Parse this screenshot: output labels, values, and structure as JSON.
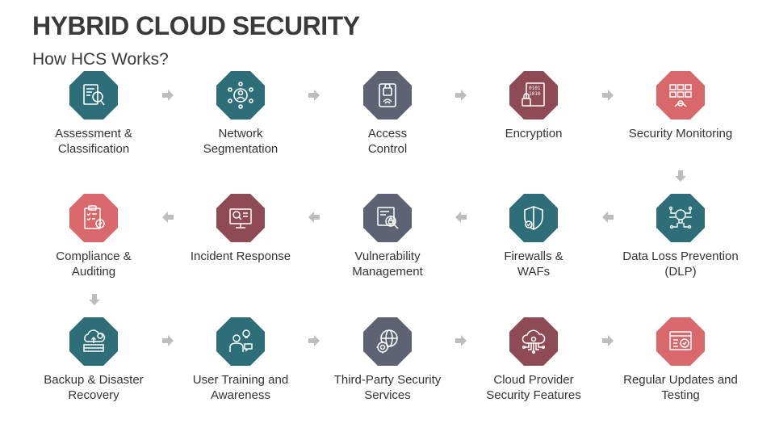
{
  "title": "HYBRID CLOUD SECURITY",
  "subtitle": "How HCS Works?",
  "colors": {
    "teal": "#2e6e78",
    "slate": "#5f6272",
    "maroon": "#8e4a55",
    "red": "#d9686c",
    "arrow": "#bdbdbd"
  },
  "steps": [
    {
      "label": "Assessment &\nClassification",
      "icon": "document-magnifier-icon",
      "color": "#2e6e78"
    },
    {
      "label": "Network\nSegmentation",
      "icon": "network-user-icon",
      "color": "#2e6e78"
    },
    {
      "label": "Access\nControl",
      "icon": "fingerprint-lock-icon",
      "color": "#5f6272"
    },
    {
      "label": "Encryption",
      "icon": "binary-lock-icon",
      "color": "#8e4a55"
    },
    {
      "label": "Security Monitoring",
      "icon": "monitoring-grid-icon",
      "color": "#d9686c"
    },
    {
      "label": "Data Loss Prevention\n(DLP)",
      "icon": "circuit-bulb-icon",
      "color": "#2e6e78"
    },
    {
      "label": "Firewalls &\nWAFs",
      "icon": "shield-check-icon",
      "color": "#2e6e78"
    },
    {
      "label": "Vulnerability\nManagement",
      "icon": "screen-magnifier-icon",
      "color": "#5f6272"
    },
    {
      "label": "Incident Response",
      "icon": "monitor-alert-icon",
      "color": "#8e4a55"
    },
    {
      "label": "Compliance &\nAuditing",
      "icon": "checklist-badge-icon",
      "color": "#d9686c"
    },
    {
      "label": "Backup & Disaster\nRecovery",
      "icon": "cloud-backup-icon",
      "color": "#2e6e78"
    },
    {
      "label": "User Training and\nAwareness",
      "icon": "trainer-bulb-icon",
      "color": "#2e6e78"
    },
    {
      "label": "Third-Party Security\nServices",
      "icon": "globe-gear-icon",
      "color": "#5f6272"
    },
    {
      "label": "Cloud Provider\nSecurity Features",
      "icon": "cloud-circuit-icon",
      "color": "#8e4a55"
    },
    {
      "label": "Regular Updates and\nTesting",
      "icon": "browser-check-icon",
      "color": "#d9686c"
    }
  ]
}
